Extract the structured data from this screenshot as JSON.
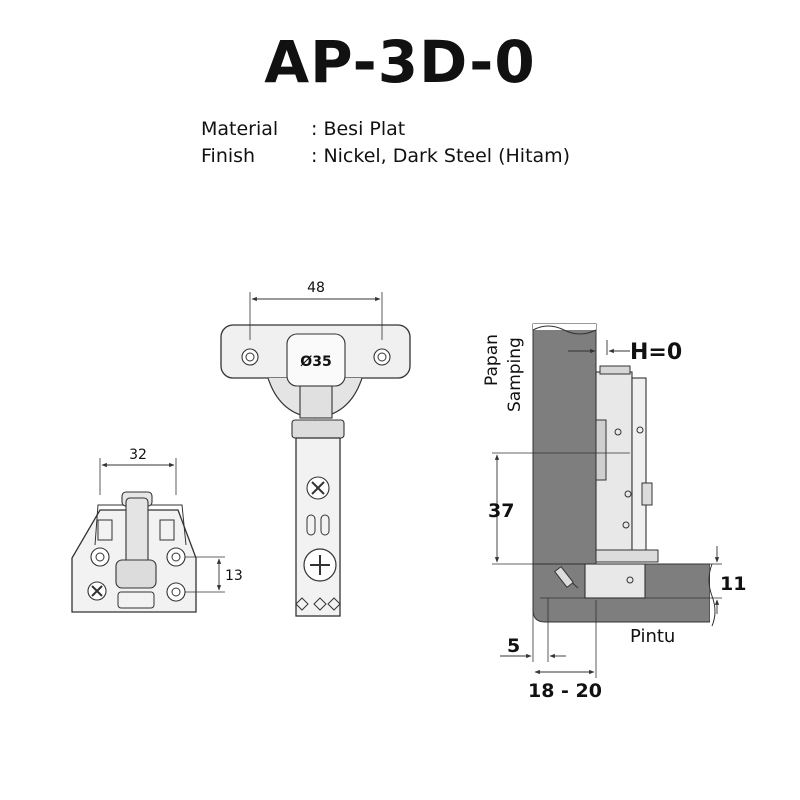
{
  "title": "AP-3D-0",
  "specs": [
    {
      "key": "Material",
      "value": ": Besi Plat"
    },
    {
      "key": "Finish",
      "value": ": Nickel, Dark Steel (Hitam)"
    }
  ],
  "dimensions": {
    "hinge_width": "48",
    "cup_diameter": "Ø35",
    "plate_width": "32",
    "plate_hole_spacing": "13",
    "overlay": "H=0",
    "side_panel_label": "Papan",
    "side_panel_label_2": "Samping",
    "mount_height": "37",
    "door_thickness": "11",
    "door_label": "Pintu",
    "edge_distance": "5",
    "door_range": "18 - 20"
  },
  "colors": {
    "panel": "#7e7e7e",
    "door": "#7e7e7e",
    "metal": "#e8e8e8",
    "line": "#333333"
  }
}
